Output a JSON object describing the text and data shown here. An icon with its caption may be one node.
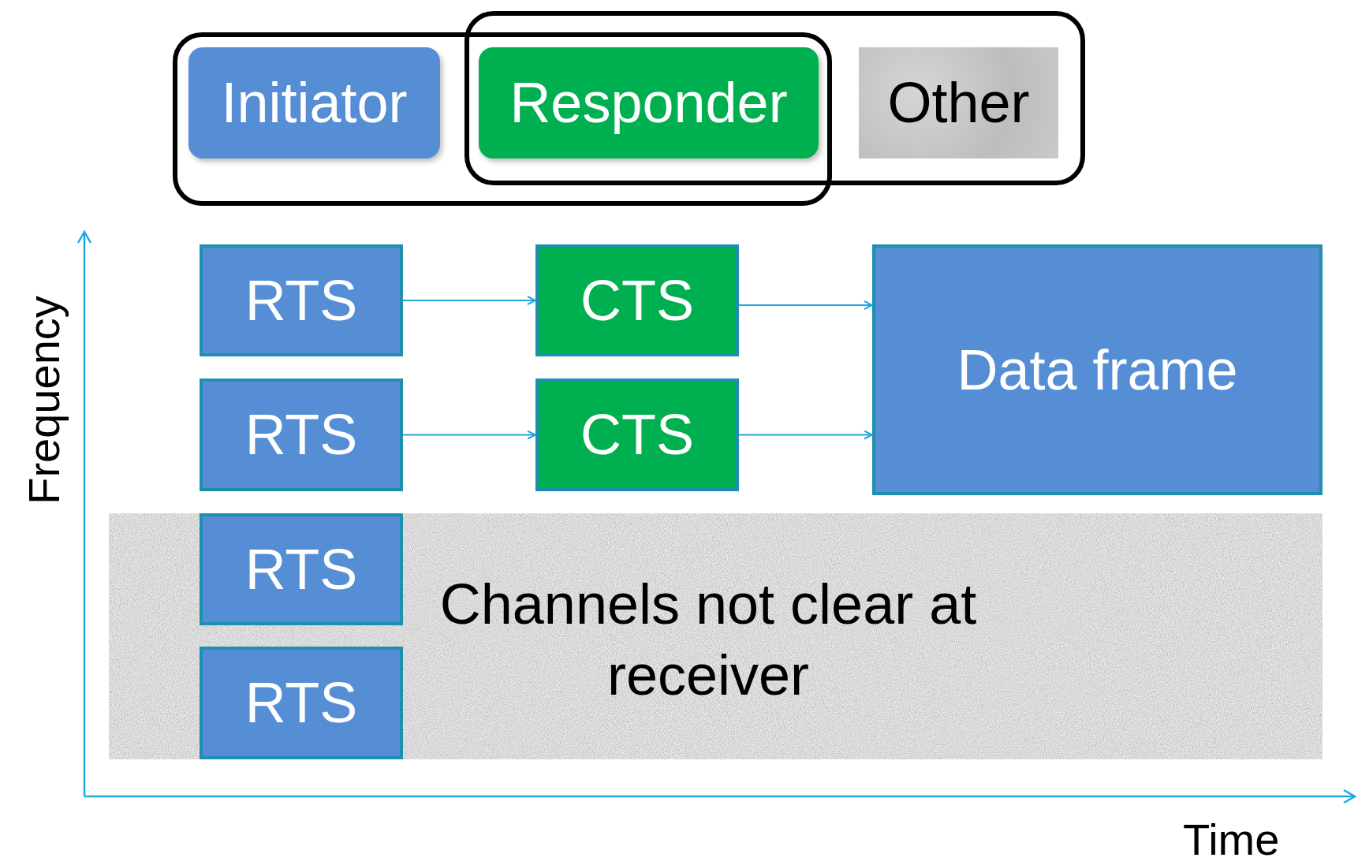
{
  "diagram": {
    "nodes": [
      {
        "text": [
          "Initiator"
        ]
      },
      {
        "text": [
          "Responder"
        ]
      },
      {
        "text": [
          "Other"
        ]
      },
      {
        "text": [
          "RTS"
        ]
      },
      {
        "text": [
          "CTS"
        ]
      },
      {
        "text": [
          "Data frame"
        ]
      },
      {
        "text": [
          "RTS"
        ]
      },
      {
        "text": [
          "CTS"
        ]
      },
      {
        "text": [
          "Channels not clear at receiver"
        ]
      },
      {
        "text": [
          "RTS"
        ],
        "in": 8
      },
      {
        "text": [
          "RTS"
        ],
        "in": 8
      }
    ],
    "edges": [
      {
        "from": 3,
        "to": 4,
        "arrow": "to"
      },
      {
        "from": 4,
        "to": 5,
        "arrow": "to"
      },
      {
        "from": 6,
        "to": 7,
        "arrow": "to"
      },
      {
        "from": 7,
        "to": 5,
        "arrow": "to"
      }
    ],
    "labels": [
      "Frequency",
      "Time"
    ]
  }
}
